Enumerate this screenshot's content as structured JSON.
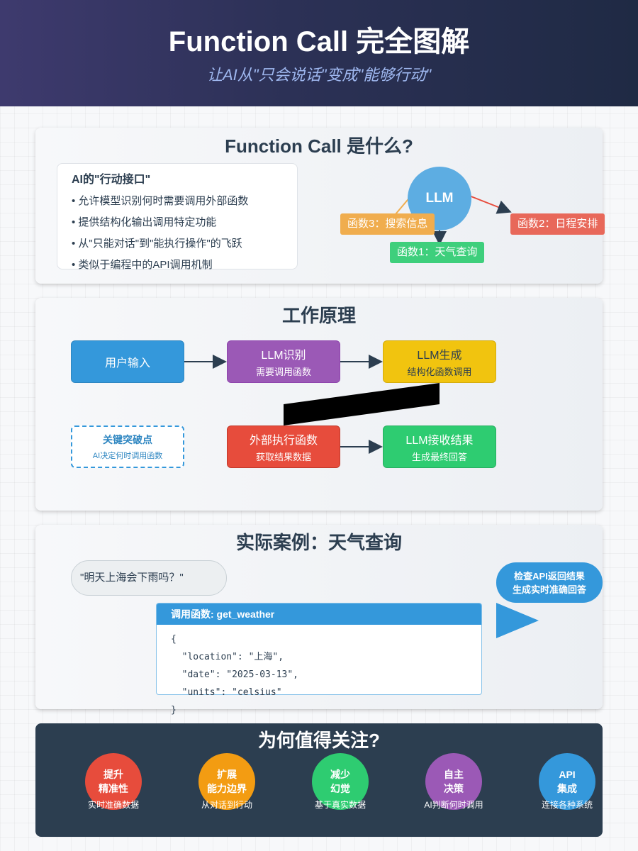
{
  "header": {
    "title": "Function Call 完全图解",
    "subtitle": "让AI从\"只会说话\"变成\"能够行动\""
  },
  "what": {
    "title": "Function Call 是什么?",
    "box_title": "AI的\"行动接口\"",
    "items": [
      "• 允许模型识别何时需要调用外部函数",
      "• 提供结构化输出调用特定功能",
      "• 从\"只能对话\"到\"能执行操作\"的飞跃",
      "• 类似于编程中的API调用机制"
    ],
    "center": "LLM",
    "functions": [
      {
        "label": "函数3：搜索信息",
        "color": "#f0ad4e"
      },
      {
        "label": "函数2：日程安排",
        "color": "#e8685a"
      },
      {
        "label": "函数1：天气查询",
        "color": "#3ecf7c"
      }
    ]
  },
  "how": {
    "title": "工作原理",
    "steps": [
      {
        "main": "用户输入",
        "sub": "",
        "color": "#3498db"
      },
      {
        "main": "LLM识别",
        "sub": "需要调用函数",
        "color": "#9b59b6"
      },
      {
        "main": "LLM生成",
        "sub": "结构化函数调用",
        "color": "#f1c40f"
      },
      {
        "main": "外部执行函数",
        "sub": "获取结果数据",
        "color": "#e74c3c"
      },
      {
        "main": "LLM接收结果",
        "sub": "生成最终回答",
        "color": "#2ecc71"
      }
    ],
    "key": {
      "main": "关键突破点",
      "sub": "AI决定何时调用函数"
    }
  },
  "example": {
    "title": "实际案例：天气查询",
    "question": "\"明天上海会下雨吗？\"",
    "code_header": "调用函数: get_weather",
    "code_lines": [
      "{",
      "  \"location\": \"上海\",",
      "  \"date\": \"2025-03-13\",",
      "  \"units\": \"celsius\"",
      "}"
    ],
    "result_line1": "检查API返回结果",
    "result_line2": "生成实时准确回答"
  },
  "why": {
    "title": "为何值得关注?",
    "benefits": [
      {
        "l1": "提升",
        "l2": "精准性",
        "desc": "实时准确数据",
        "color": "#e74c3c"
      },
      {
        "l1": "扩展",
        "l2": "能力边界",
        "desc": "从对话到行动",
        "color": "#f39c12"
      },
      {
        "l1": "减少",
        "l2": "幻觉",
        "desc": "基于真实数据",
        "color": "#2ecc71"
      },
      {
        "l1": "自主",
        "l2": "决策",
        "desc": "AI判断何时调用",
        "color": "#9b59b6"
      },
      {
        "l1": "API",
        "l2": "集成",
        "desc": "连接各种系统",
        "color": "#3498db"
      }
    ]
  }
}
